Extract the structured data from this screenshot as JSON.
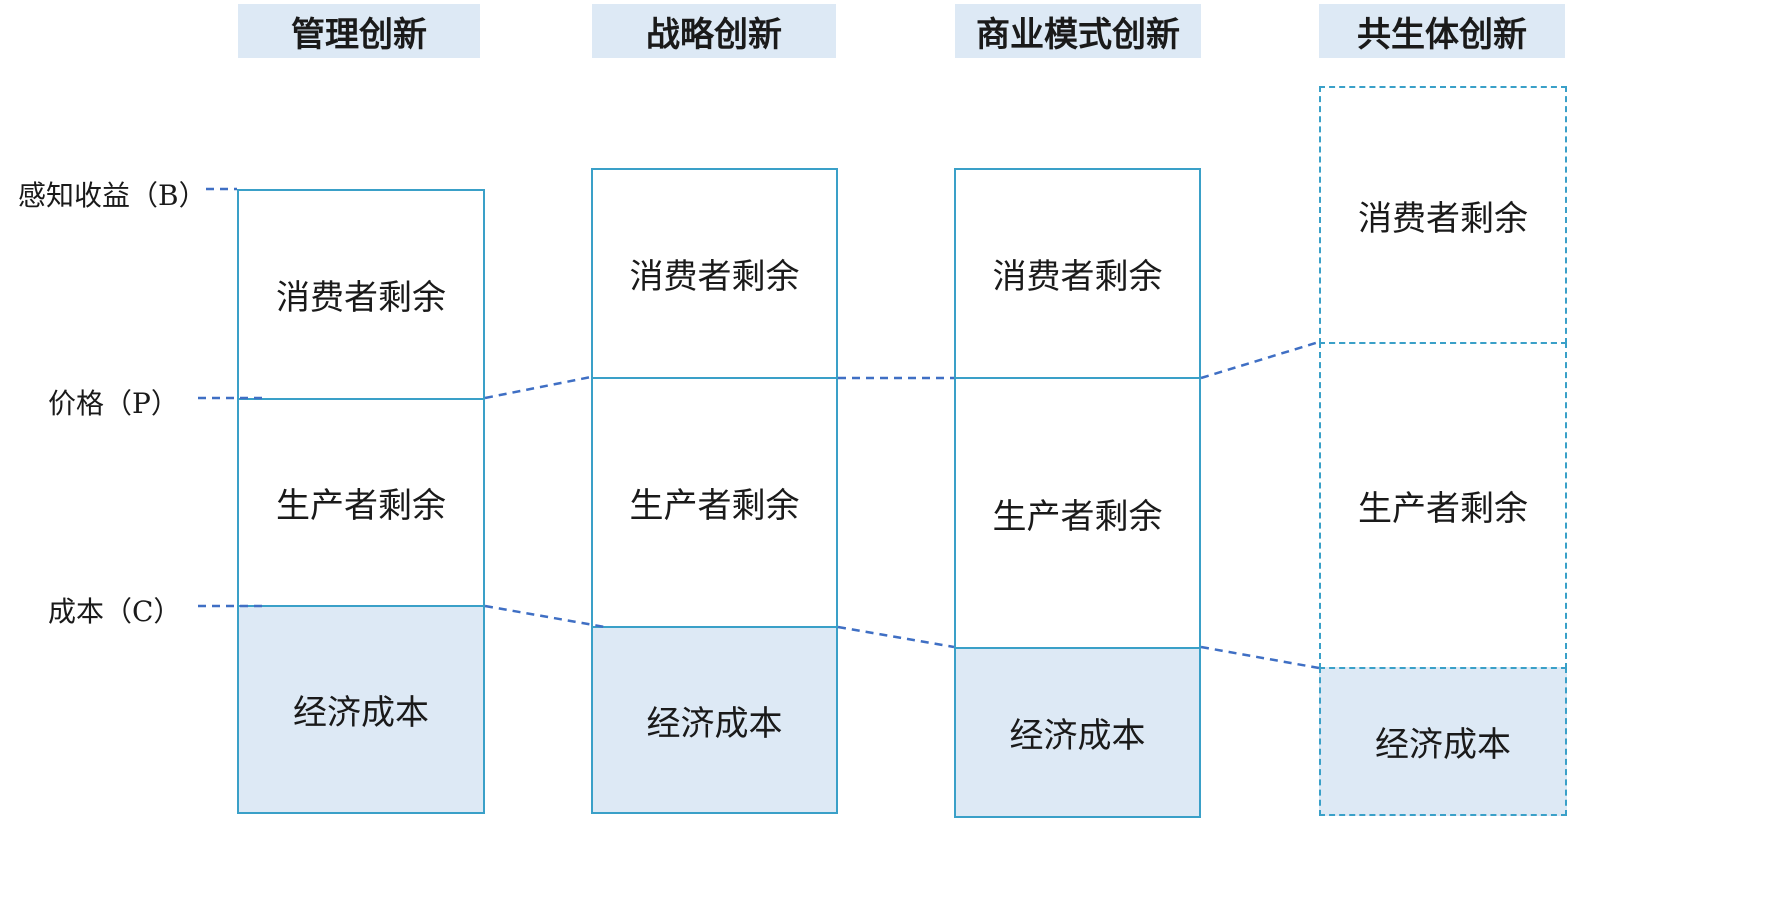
{
  "columns": [
    {
      "title": "管理创新",
      "consumer": "消费者剩余",
      "producer": "生产者剩余",
      "cost": "经济成本"
    },
    {
      "title": "战略创新",
      "consumer": "消费者剩余",
      "producer": "生产者剩余",
      "cost": "经济成本"
    },
    {
      "title": "商业模式创新",
      "consumer": "消费者剩余",
      "producer": "生产者剩余",
      "cost": "经济成本"
    },
    {
      "title": "共生体创新",
      "consumer": "消费者剩余",
      "producer": "生产者剩余",
      "cost": "经济成本"
    }
  ],
  "axis_labels": {
    "benefit": "感知收益（B）",
    "price": "价格（P）",
    "cost": "成本（C）"
  },
  "colors": {
    "border": "#3aa0c8",
    "header_fill": "#dde9f5",
    "cost_fill": "#dde9f5",
    "connector": "#3f6fc4"
  }
}
